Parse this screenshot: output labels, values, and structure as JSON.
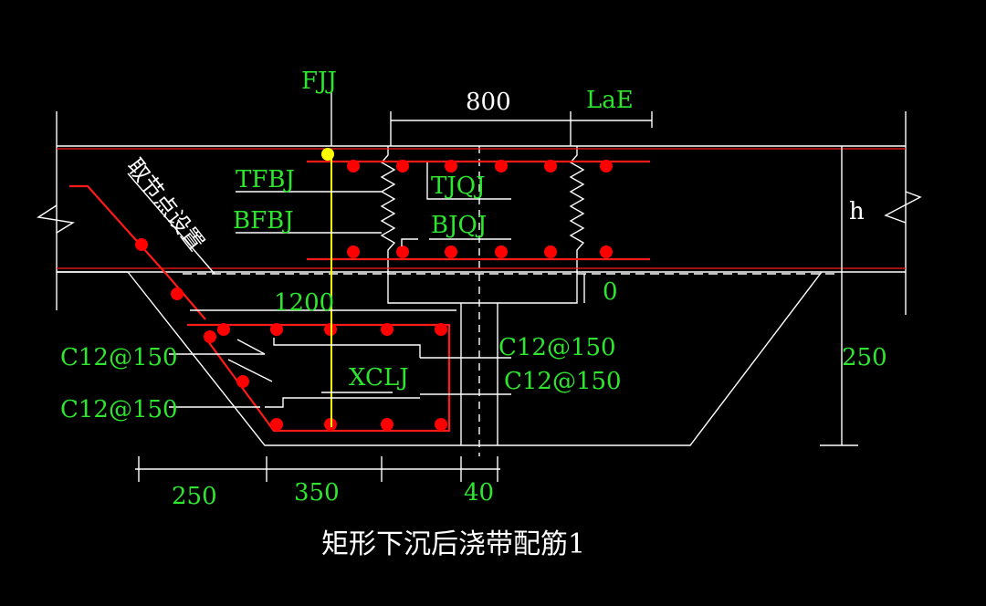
{
  "labels": {
    "fjj": "FJJ",
    "dim_800": "800",
    "lae": "LaE",
    "tfbj": "TFBJ",
    "tjqj": "TJQJ",
    "bfbj": "BFBJ",
    "bjqj": "BJQJ",
    "h": "h",
    "node_setting": "取节点设置",
    "dim_0": "0",
    "dim_1200": "1200",
    "c12_left_1": "C12@150",
    "c12_left_2": "C12@150",
    "c12_right_1": "C12@150",
    "c12_right_2": "C12@150",
    "xclj": "XCLJ",
    "dim_250_right": "250",
    "dim_250_bottom": "250",
    "dim_350": "350",
    "dim_40": "40"
  },
  "caption": "矩形下沉后浇带配筋1",
  "colors": {
    "background": "#000000",
    "label": "#2ee62e",
    "rebar": "#ff1a1a",
    "outline": "#ffffff",
    "marker": "#ffff00"
  }
}
